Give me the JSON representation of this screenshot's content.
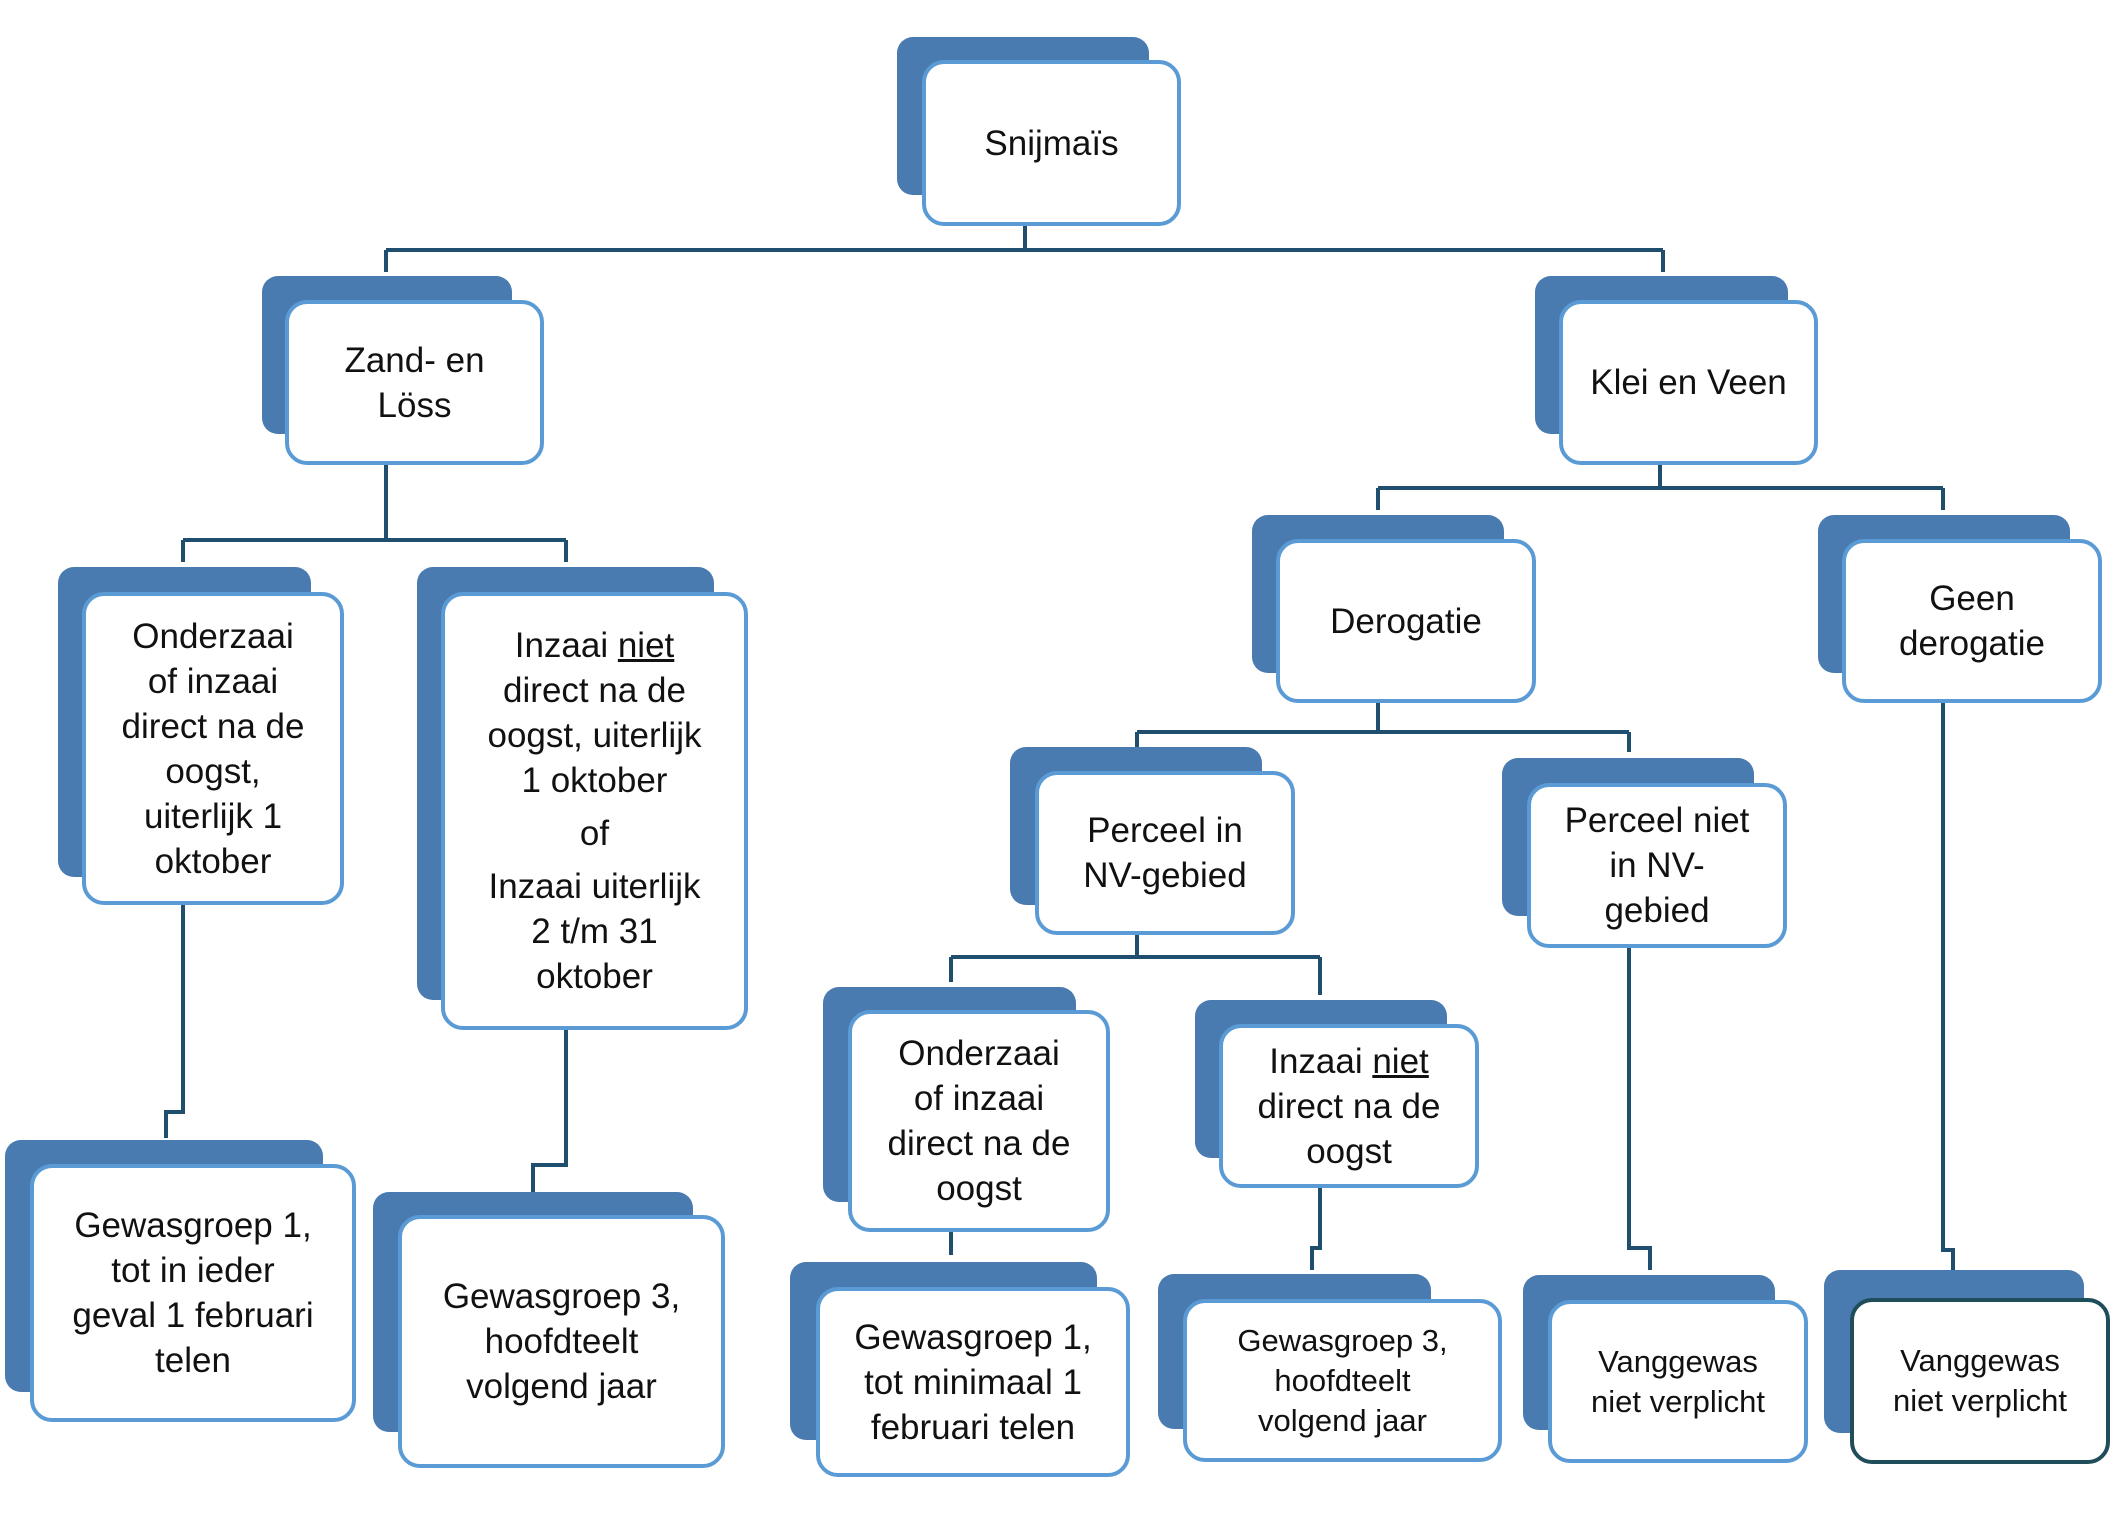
{
  "nodes": {
    "root": {
      "lines": [
        "Snijmaïs"
      ]
    },
    "zand": {
      "lines": [
        "Zand- en",
        "Löss"
      ]
    },
    "klei": {
      "lines": [
        "Klei en Veen"
      ]
    },
    "onderzaai1": {
      "lines": [
        "Onderzaai",
        "of inzaai",
        "direct na de",
        "oogst,",
        "uiterlijk 1",
        "oktober"
      ]
    },
    "inzaai1": {
      "line1_prefix": "Inzaai ",
      "line1_underlined": "niet",
      "lines_a": [
        "direct na de",
        "oogst, uiterlijk",
        "1 oktober"
      ],
      "separator": "of",
      "lines_b": [
        "Inzaai uiterlijk",
        "2 t/m 31",
        "oktober"
      ]
    },
    "derogatie": {
      "lines": [
        "Derogatie"
      ]
    },
    "geen_derogatie": {
      "lines": [
        "Geen",
        "derogatie"
      ]
    },
    "perceel_in": {
      "lines": [
        "Perceel in",
        "NV-gebied"
      ]
    },
    "perceel_niet": {
      "lines": [
        "Perceel niet",
        "in NV-",
        "gebied"
      ]
    },
    "onderzaai2": {
      "lines": [
        "Onderzaai",
        "of inzaai",
        "direct na de",
        "oogst"
      ]
    },
    "inzaai2": {
      "line1_prefix": "Inzaai ",
      "line1_underlined": "niet",
      "lines_a": [
        "direct na de",
        "oogst"
      ]
    },
    "gewas1a": {
      "lines": [
        "Gewasgroep 1,",
        "tot in ieder",
        "geval 1 februari",
        "telen"
      ]
    },
    "gewas3a": {
      "lines": [
        "Gewasgroep 3,",
        "hoofdteelt",
        "volgend jaar"
      ]
    },
    "gewas1b": {
      "lines": [
        "Gewasgroep 1,",
        "tot minimaal 1",
        "februari telen"
      ]
    },
    "gewas3b": {
      "lines": [
        "Gewasgroep 3,",
        "hoofdteelt",
        "volgend jaar"
      ]
    },
    "vang1": {
      "lines": [
        "Vanggewas",
        "niet verplicht"
      ]
    },
    "vang2": {
      "lines": [
        "Vanggewas",
        "niet verplicht"
      ]
    }
  },
  "colors": {
    "connector": "#1f4e6e",
    "box_border": "#5b9bd5",
    "shadow": "#4a7bb0",
    "dark_border": "#1f4e5a"
  }
}
